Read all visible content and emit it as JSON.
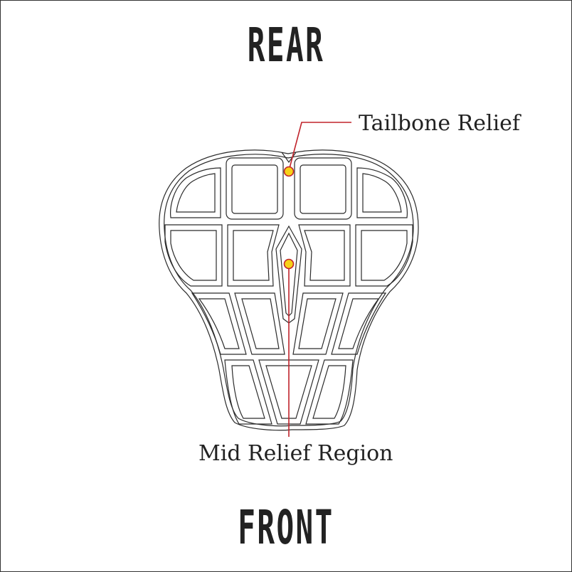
{
  "labels": {
    "rear": "REAR",
    "front": "FRONT",
    "tailbone": "Tailbone Relief",
    "mid": "Mid Relief Region"
  },
  "colors": {
    "leader": "#c0232b",
    "marker_fill": "#f7d117",
    "marker_stroke": "#c0232b",
    "outline": "#2b2b2b"
  }
}
